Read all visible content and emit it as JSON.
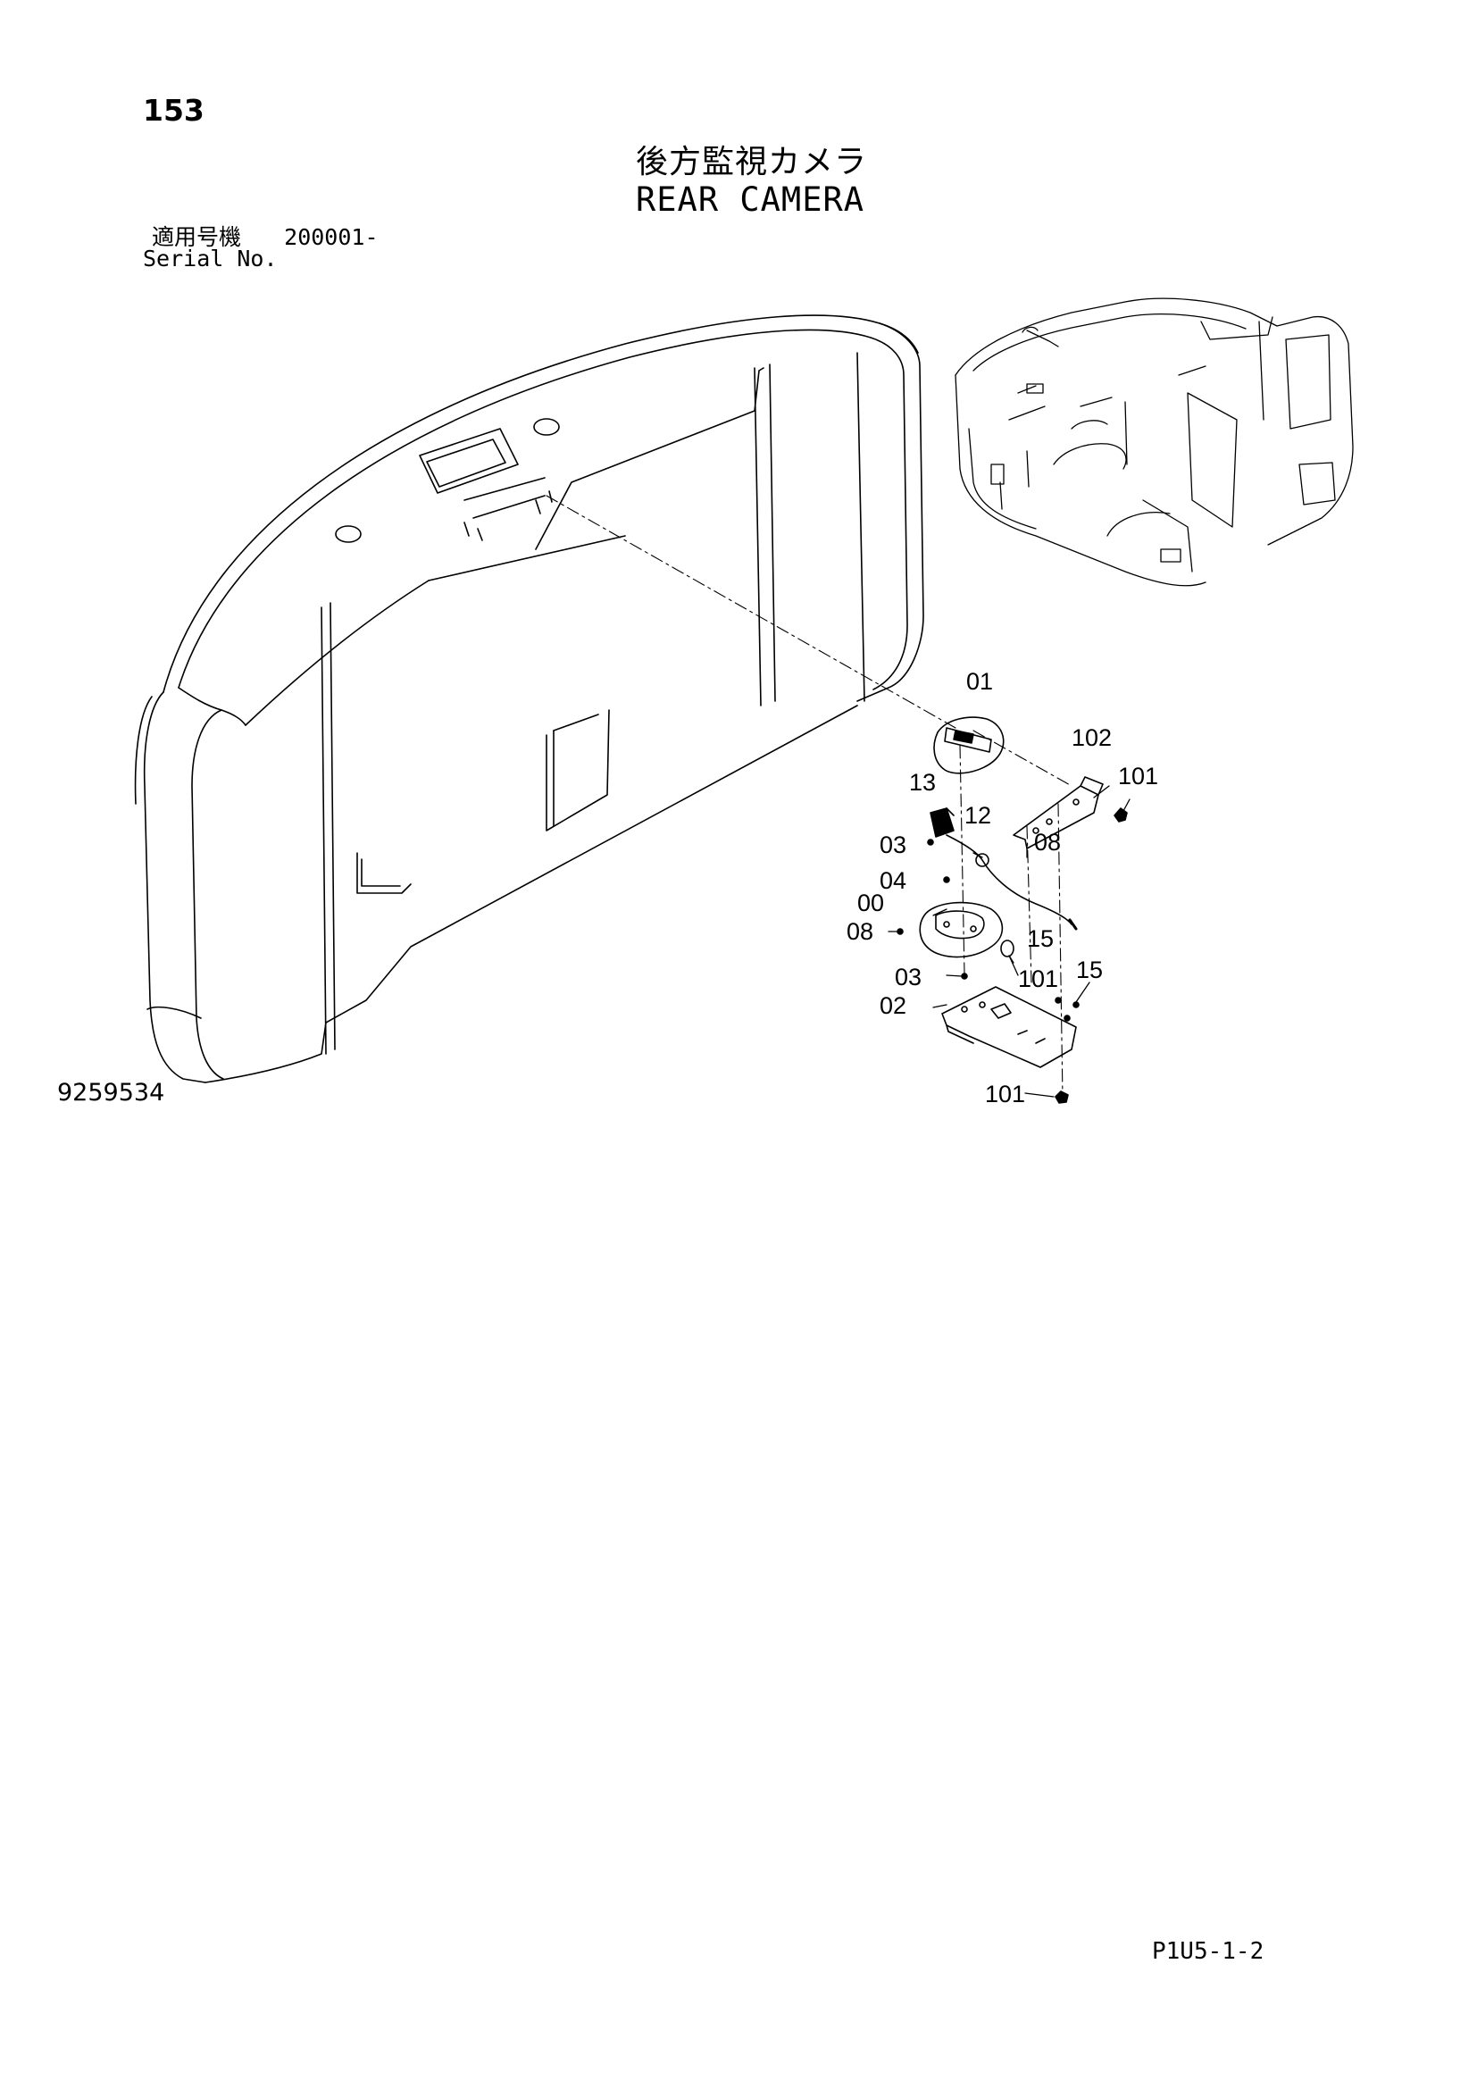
{
  "page_number": "153",
  "title_jp": "後方監視カメラ",
  "title_en": "REAR CAMERA",
  "serial": {
    "label_jp": "適用号機",
    "label_en": "Serial No.",
    "value": "200001-"
  },
  "illustration_number": "9259534",
  "page_code": "P1U5-1-2",
  "callouts": {
    "c01": "01",
    "c102": "102",
    "c101a": "101",
    "c13": "13",
    "c12": "12",
    "c03a": "03",
    "c08a": "08",
    "c04": "04",
    "c00": "00",
    "c08b": "08",
    "c15a": "15",
    "c101b": "101",
    "c15b": "15",
    "c03b": "03",
    "c02": "02",
    "c101c": "101"
  }
}
